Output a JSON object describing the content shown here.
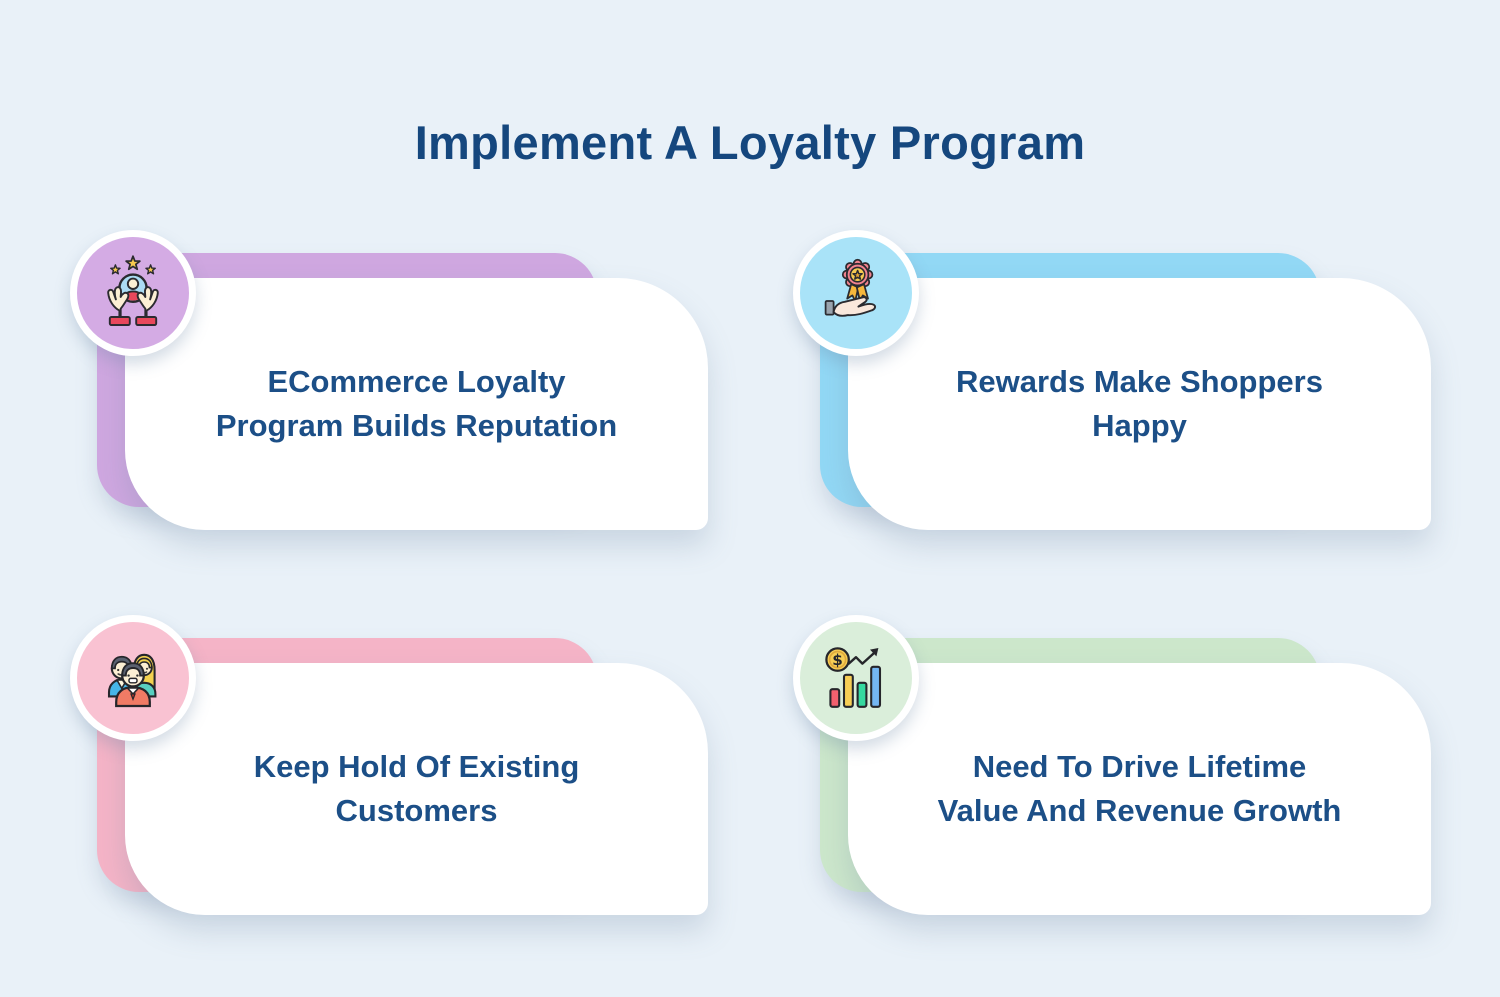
{
  "title": "Implement A Loyalty Program",
  "colors": {
    "background": "#E9F1F8",
    "title_text": "#15477E",
    "card_text": "#1C4F87",
    "card_face": "#FFFFFF"
  },
  "cards": [
    {
      "label": "ECommerce Loyalty\nProgram Builds Reputation",
      "icon": "hands-holding-customer-icon",
      "accent_color": "#CFA7E0",
      "circle_color": "#D4ABE4"
    },
    {
      "label": "Rewards Make Shoppers\nHappy",
      "icon": "hand-presenting-award-icon",
      "accent_color": "#92D8F5",
      "circle_color": "#A9E3F8"
    },
    {
      "label": "Keep Hold Of Existing\nCustomers",
      "icon": "customer-group-icon",
      "accent_color": "#F5B4C7",
      "circle_color": "#F9C2D2"
    },
    {
      "label": "Need To Drive Lifetime\nValue And Revenue Growth",
      "icon": "revenue-growth-chart-icon",
      "accent_color": "#CCE7CB",
      "circle_color": "#DAEEDA"
    }
  ]
}
